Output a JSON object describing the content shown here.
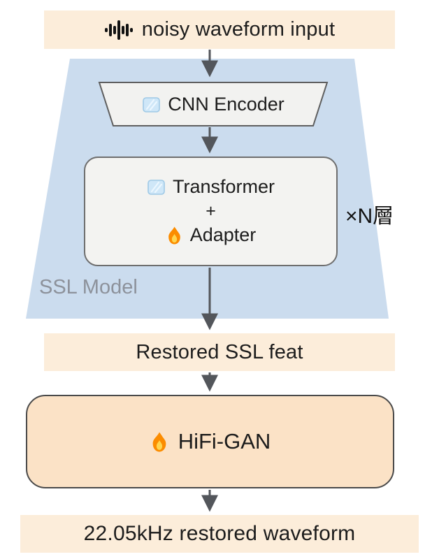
{
  "diagram": {
    "input_bar": {
      "label": "noisy waveform input"
    },
    "ssl_model": {
      "label": "SSL Model",
      "layers_note": "×N層",
      "cnn_encoder": {
        "label": "CNN Encoder"
      },
      "transformer_block": {
        "transformer": "Transformer",
        "plus": "+",
        "adapter": "Adapter"
      }
    },
    "restored_feat_bar": {
      "label": "Restored SSL feat"
    },
    "hifigan_block": {
      "label": "HiFi-GAN"
    },
    "output_bar": {
      "label": "22.05kHz restored waveform"
    },
    "icons": {
      "waveform": "waveform-icon",
      "frozen": "ice-icon",
      "trainable": "fire-icon"
    },
    "colors": {
      "bar_background": "#fcedda",
      "ssl_background": "#cbdcee",
      "block_background": "#f3f3f1",
      "hifigan_background": "#fbe2c6",
      "arrow": "#53565b",
      "ssl_label_text": "#8d929b"
    }
  }
}
